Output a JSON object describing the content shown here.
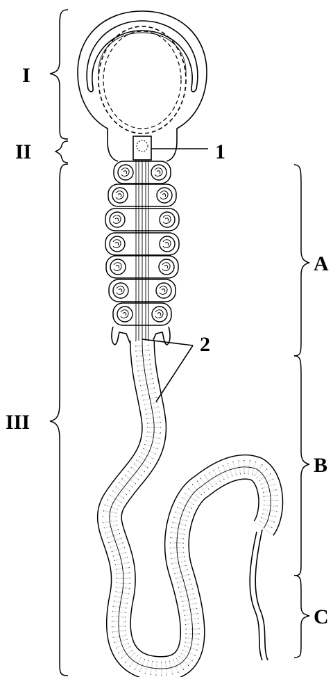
{
  "labels": {
    "head": "I",
    "neck": "II",
    "tail": "III",
    "centriole": "1",
    "axoneme": "2",
    "midpiece": "A",
    "principal_piece": "B",
    "end_piece": "C"
  }
}
